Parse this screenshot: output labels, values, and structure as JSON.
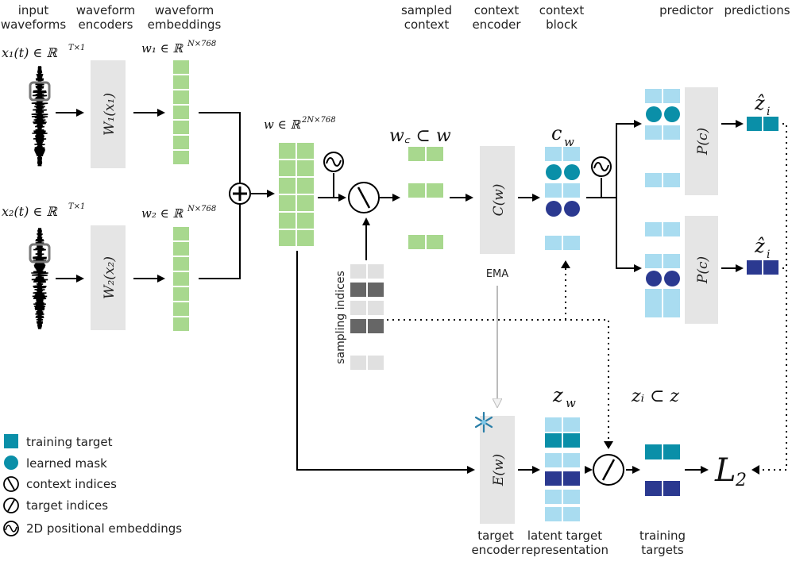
{
  "headers": {
    "input_waveforms": [
      "input",
      "waveforms"
    ],
    "waveform_encoders": [
      "waveform",
      "encoders"
    ],
    "waveform_embeddings": [
      "waveform",
      "embeddings"
    ],
    "sampled_context": [
      "sampled",
      "context"
    ],
    "context_encoder": [
      "context",
      "encoder"
    ],
    "context_block": [
      "context",
      "block"
    ],
    "predictor": "predictor",
    "predictions": "predictions",
    "target_encoder": [
      "target",
      "encoder"
    ],
    "latent_target": [
      "latent target",
      "representation"
    ],
    "training_targets": [
      "training",
      "targets"
    ]
  },
  "math": {
    "x1": "x₁(t) ∈ ℝ",
    "x1_sup": "T×1",
    "x2": "x₂(t) ∈ ℝ",
    "x2_sup": "T×1",
    "w1": "w₁ ∈ ℝ",
    "w1_sup": "N×768",
    "w2": "w₂ ∈ ℝ",
    "w2_sup": "N×768",
    "w": "w ∈ ℝ",
    "w_sup": "2N×768",
    "wc": "w꜀ ⊂ w",
    "cw": "c",
    "cw_sub": "w",
    "zw": "z",
    "zw_sub": "w",
    "zi_sub_z": "zᵢ ⊂ z",
    "zhat": "ẑ",
    "zhat_sub": "i",
    "L2": "L",
    "L2_sub": "2"
  },
  "boxes": {
    "W1": "W₁(x₁)",
    "W2": "W₂(x₂)",
    "C": "C(w)",
    "P1": "P(c)",
    "P2": "P(c)",
    "E": "E(w)"
  },
  "labels": {
    "ema": "EMA",
    "sampling_indices": "sampling indices"
  },
  "legend": [
    {
      "icon": "square",
      "text": "training target"
    },
    {
      "icon": "circle",
      "text": "learned mask"
    },
    {
      "icon": "context-index",
      "text": "context indices"
    },
    {
      "icon": "target-index",
      "text": "target indices"
    },
    {
      "icon": "positional",
      "text": "2D positional embeddings"
    }
  ],
  "colors": {
    "green": "#a8d88e",
    "light_blue": "#a9dcf0",
    "teal": "#0a8fa8",
    "navy": "#2b3990",
    "gray_box": "#e5e5e5",
    "dark_gray": "#666666",
    "light_gray": "#e0e0e0"
  }
}
